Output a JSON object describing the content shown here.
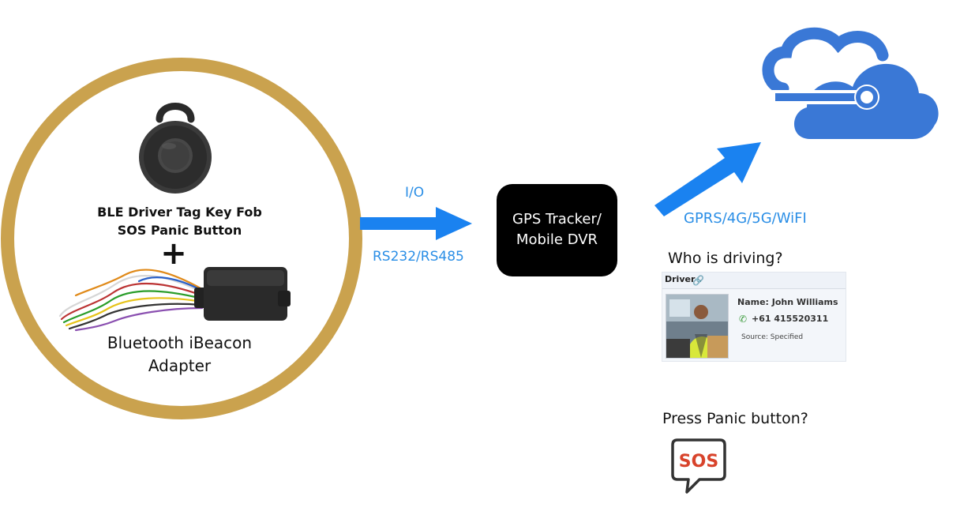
{
  "fob": {
    "label_line1": "BLE Driver Tag Key Fob",
    "label_line2": "SOS Panic Button"
  },
  "plus_sign": "+",
  "adapter": {
    "label_line1": "Bluetooth iBeacon",
    "label_line2": "Adapter"
  },
  "link_io": {
    "top_label": "I/O",
    "bottom_label": "RS232/RS485"
  },
  "tracker": {
    "line1": "GPS Tracker/",
    "line2": "Mobile DVR"
  },
  "link_network": {
    "label": "GPRS/4G/5G/WiFI"
  },
  "question_driver": "Who is driving?",
  "driver_card": {
    "title": "Driver",
    "name": "Name: John Williams",
    "phone": "+61 415520311",
    "source": "Source: Specified"
  },
  "question_panic": "Press Panic button?",
  "sos_text": "SOS",
  "colors": {
    "ring": "#caa24e",
    "arrow_blue": "#1a82f0",
    "label_blue": "#2a8ee6",
    "cloud_blue": "#3a78d6",
    "sos_red": "#d8432b"
  }
}
